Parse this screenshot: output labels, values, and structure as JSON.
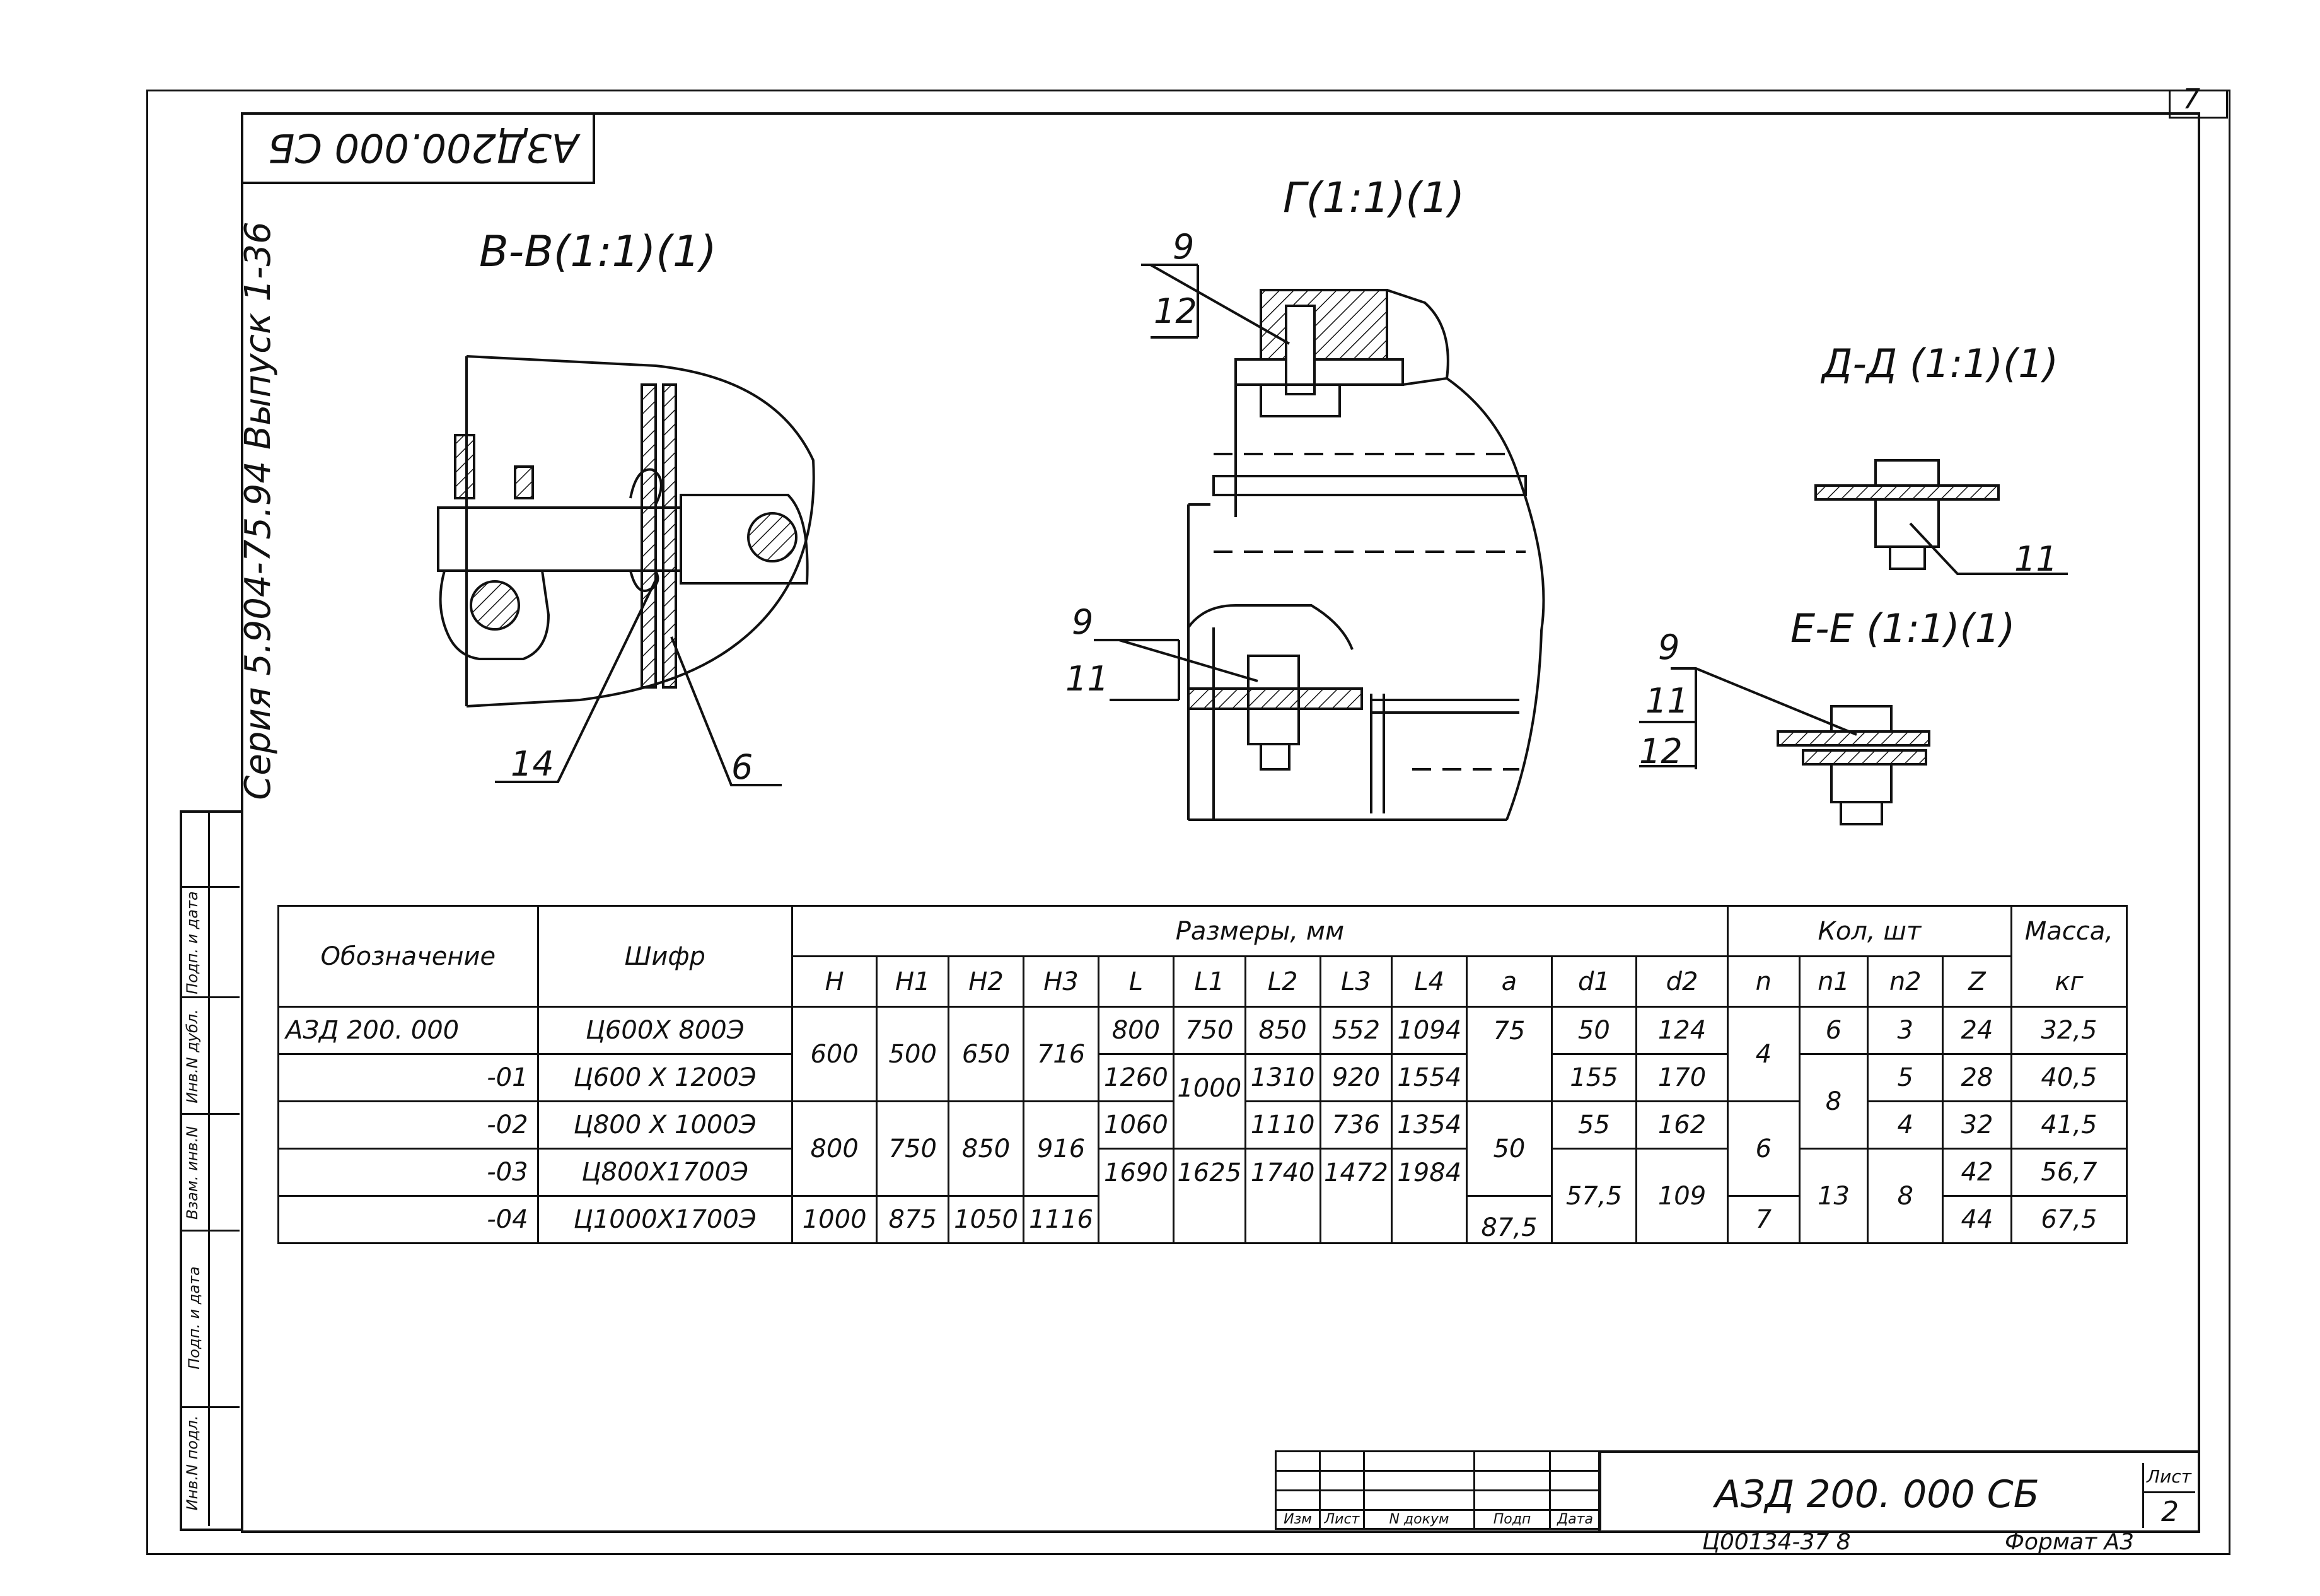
{
  "header": {
    "doc_code_rotated": "АЗД200.000 СБ",
    "series_line": "Серия 5.904-75.94   Выпуск 1-36",
    "corner_number": "7"
  },
  "views": {
    "b_b": "В-В(1:1)(1)",
    "g": "Г(1:1)(1)",
    "d_d": "Д-Д (1:1)(1)",
    "e_e": "Е-Е (1:1)(1)"
  },
  "callouts": {
    "bb_14": "14",
    "bb_6": "6",
    "g_top_9": "9",
    "g_top_12": "12",
    "g_bot_9": "9",
    "g_bot_11": "11",
    "dd_11": "11",
    "ee_9": "9",
    "ee_11": "11",
    "ee_12": "12"
  },
  "side_stamp": [
    "Инв.N подл.",
    "Подп. и дата",
    "Взам. инв.N",
    "Инв.N дубл.",
    "Подп. и дата"
  ],
  "table": {
    "h_designation": "Обозначение",
    "h_code": "Шифр",
    "h_dimensions": "Размеры, мм",
    "h_qty": "Кол, шт",
    "h_mass": "Масса,",
    "h_mass_unit": "кг",
    "dim_cols": [
      "H",
      "H1",
      "H2",
      "H3",
      "L",
      "L1",
      "L2",
      "L3",
      "L4",
      "a",
      "d1",
      "d2"
    ],
    "qty_cols": [
      "n",
      "n1",
      "n2",
      "Z"
    ],
    "rows": [
      {
        "designation": "АЗД 200. 000",
        "code": "Ц600Х 800Э",
        "H": "600",
        "H1": "500",
        "H2": "650",
        "H3": "716",
        "L": "800",
        "L1": "750",
        "L2": "850",
        "L3": "552",
        "L4": "1094",
        "a": "75",
        "d1": "50",
        "d2": "124",
        "n": "4",
        "n1": "6",
        "n2": "3",
        "Z": "24",
        "mass": "32,5"
      },
      {
        "designation": "-01",
        "code": "Ц600 Х 1200Э",
        "L": "1260",
        "L1": "1000",
        "L2": "1310",
        "L3": "920",
        "L4": "1554",
        "d1": "155",
        "d2": "170",
        "n1": "8",
        "n2": "5",
        "Z": "28",
        "mass": "40,5"
      },
      {
        "designation": "-02",
        "code": "Ц800 Х 1000Э",
        "H": "800",
        "H1": "750",
        "H2": "850",
        "H3": "916",
        "L": "1060",
        "L2": "1110",
        "L3": "736",
        "L4": "1354",
        "a": "50",
        "d1": "55",
        "d2": "162",
        "n": "6",
        "n2": "4",
        "Z": "32",
        "mass": "41,5"
      },
      {
        "designation": "-03",
        "code": "Ц800Х1700Э",
        "L": "1690",
        "L1": "1625",
        "L2": "1740",
        "L3": "1472",
        "L4": "1984",
        "d1": "57,5",
        "d2": "109",
        "n1": "13",
        "n2": "8",
        "Z": "42",
        "mass": "56,7"
      },
      {
        "designation": "-04",
        "code": "Ц1000Х1700Э",
        "H": "1000",
        "H1": "875",
        "H2": "1050",
        "H3": "1116",
        "a": "87,5",
        "n": "7",
        "Z": "44",
        "mass": "67,5"
      }
    ]
  },
  "title_block": {
    "cols": [
      "Изм",
      "Лист",
      "N докум",
      "Подп",
      "Дата"
    ],
    "doc_code": "АЗД 200. 000 СБ",
    "sheet_label": "Лист",
    "sheet_number": "2",
    "bottom_note": "Ц00134-37   8",
    "format_label": "Формат А3"
  }
}
